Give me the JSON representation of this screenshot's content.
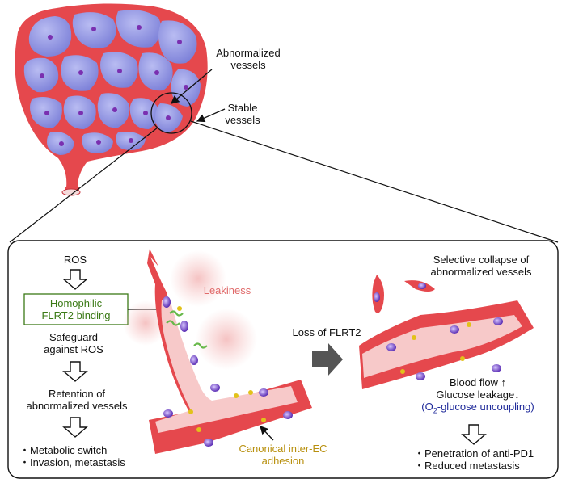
{
  "top": {
    "abnormalized_line1": "Abnormalized",
    "abnormalized_line2": "vessels",
    "stable_line1": "Stable",
    "stable_line2": "vessels"
  },
  "left_flow": {
    "ros": "ROS",
    "homophilic_line1": "Homophilic",
    "homophilic_line2": "FLRT2 binding",
    "safeguard_line1": "Safeguard",
    "safeguard_line2": "against ROS",
    "retention_line1": "Retention of",
    "retention_line2": "abnormalized vessels",
    "outcome1": "・Metabolic switch",
    "outcome2": "・Invasion, metastasis"
  },
  "middle": {
    "leakiness": "Leakiness",
    "canonical_line1": "Canonical inter-EC",
    "canonical_line2": "adhesion"
  },
  "transition": {
    "loss_label": "Loss of FLRT2"
  },
  "right_flow": {
    "collapse_line1": "Selective collapse of",
    "collapse_line2": "abnormalized vessels",
    "blood_flow": "Blood flow ↑",
    "glucose": "Glucose leakage↓",
    "uncoupling_open": "(",
    "uncoupling_o": "O",
    "uncoupling_sub": "2",
    "uncoupling_rest": "-glucose uncoupling",
    "uncoupling_close": ")",
    "outcome1": "・Penetration of anti-PD1",
    "outcome2": "・Reduced metastasis"
  },
  "colors": {
    "vessel_red": "#e5484d",
    "vessel_dark": "#c8303a",
    "lumen_pink": "#f7c9c9",
    "cell_blue": "#8c8fe0",
    "nucleus_purple": "#5a2db4",
    "junction_green": "#67b84a",
    "junction_gold": "#e2c21a",
    "label_green": "#3b7a16",
    "label_gold": "#b8900f",
    "label_blue": "#1f2a9a"
  }
}
